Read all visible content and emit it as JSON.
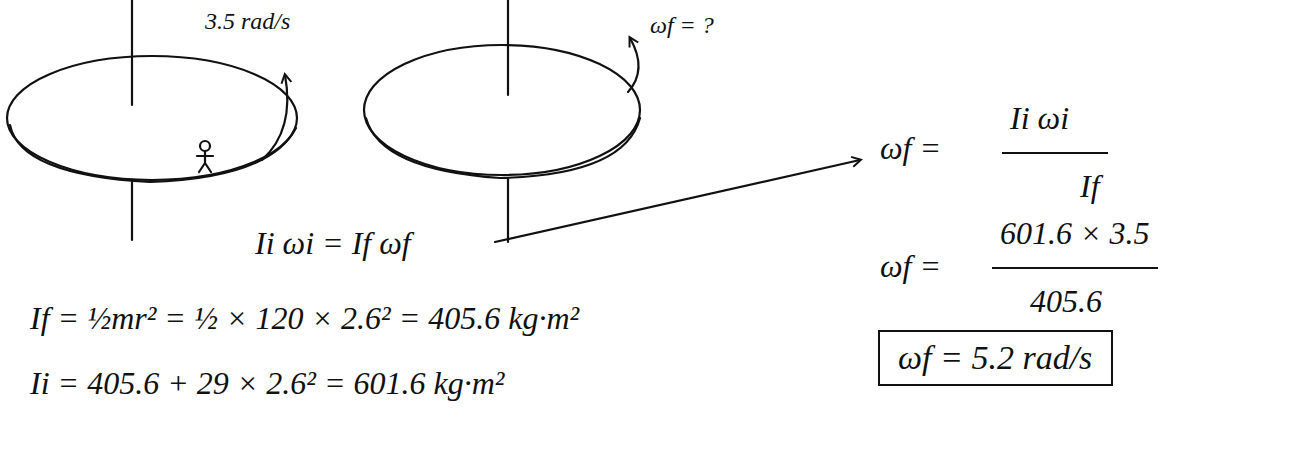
{
  "diagram": {
    "nodes": [
      {
        "text": [
          "ωf = 5.2 rad/s"
        ]
      }
    ],
    "labels": [
      "3.5 rad/s",
      "ωf = ?",
      "Ii ωi = If ωf",
      "If = ½mr² = ½ × 120 × 2.6² = 405.6 kg·m²",
      "Ii = 405.6 + 29 × 2.6² = 601.6 kg·m²",
      "ωf =",
      "Ii ωi",
      "If",
      "ωf =",
      "601.6 × 3.5",
      "405.6"
    ]
  }
}
